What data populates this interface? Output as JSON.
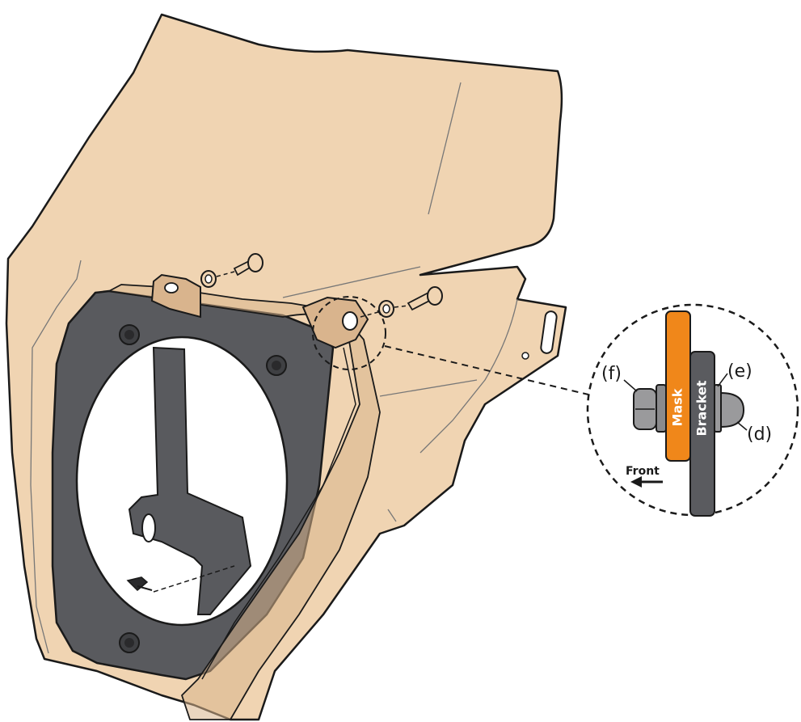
{
  "diagram": {
    "labels": {
      "f": "(f)",
      "e": "(e)",
      "d": "(d)",
      "mask": "Mask",
      "bracket": "Bracket",
      "front": "Front"
    },
    "colors": {
      "mask_shell": "#f0d4b2",
      "mask_shell_dark": "#d9b48d",
      "bracket_plate": "#595a5e",
      "mask_bar": "#f0871a",
      "bracket_bar": "#5a5b5f",
      "hardware": "#9a9a9c",
      "outline": "#1a1a1a"
    },
    "icons": [
      "front-arrow-icon",
      "screw-icon",
      "nut-icon",
      "washer-icon"
    ]
  }
}
